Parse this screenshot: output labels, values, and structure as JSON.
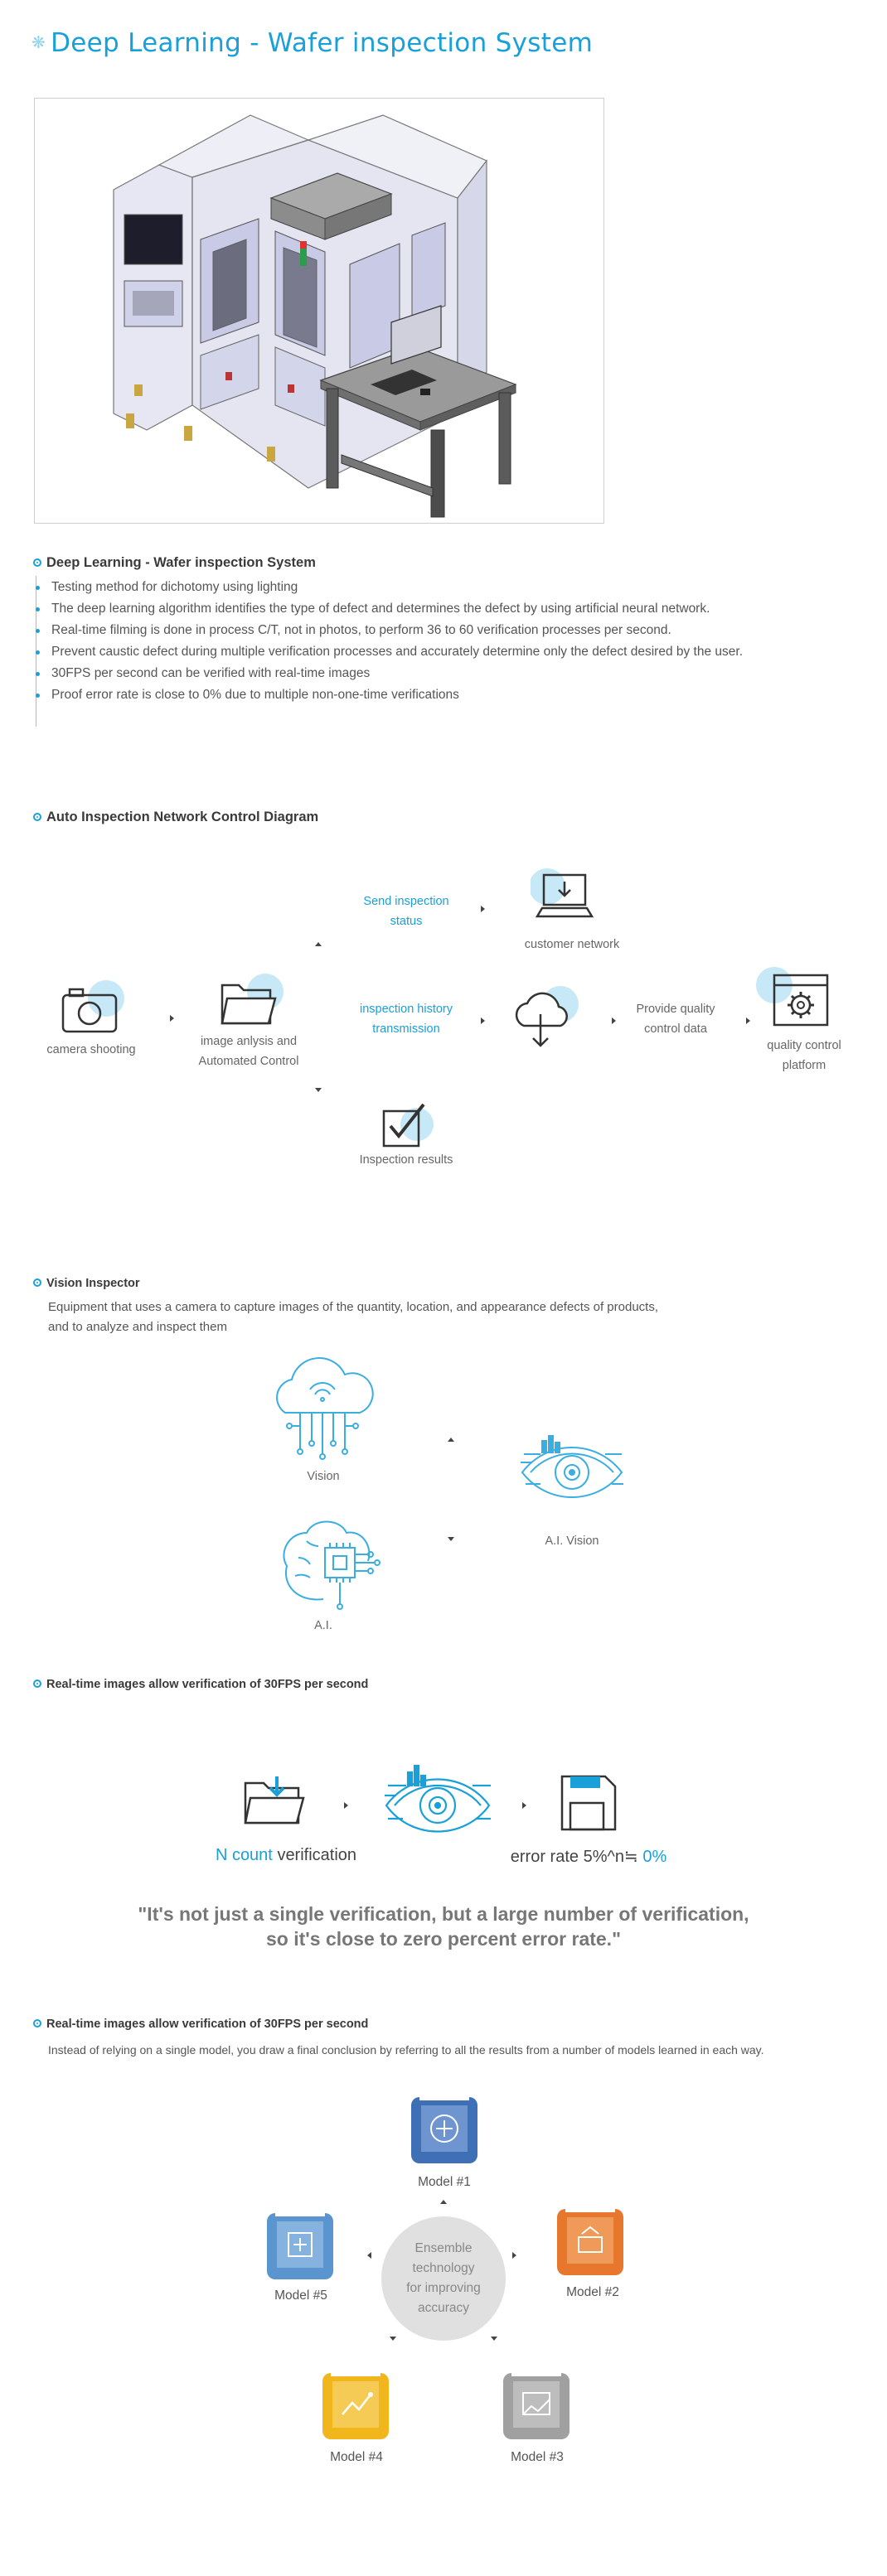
{
  "header": {
    "title": "Deep Learning - Wafer inspection System"
  },
  "section1": {
    "heading": "Deep Learning - Wafer inspection System",
    "bullets": [
      "Testing method for dichotomy using lighting",
      "The deep learning algorithm identifies the type of defect and determines the defect by using artificial neural network.",
      "Real-time filming is done in process C/T, not in photos, to perform 36 to 60 verification processes per second.",
      "Prevent caustic defect during multiple verification processes and accurately determine only the defect desired by the user.",
      "30FPS per second can be verified with real-time images",
      "Proof error rate is close to 0% due to multiple non-one-time verifications"
    ]
  },
  "section2": {
    "heading": "Auto Inspection Network Control Diagram",
    "camera": "camera shooting",
    "analysis_line1": "image anlysis and",
    "analysis_line2": "Automated Control",
    "send_line1": "Send inspection",
    "send_line2": "status",
    "history_line1": "inspection history",
    "history_line2": "transmission",
    "customer": "customer network",
    "results": "Inspection results",
    "provide_line1": "Provide quality",
    "provide_line2": "control data",
    "platform_line1": "quality control",
    "platform_line2": "platform"
  },
  "section3": {
    "heading": "Vision Inspector",
    "desc_line1": "Equipment that uses a camera to capture images of the quantity, location, and appearance defects of products,",
    "desc_line2": "and to analyze and inspect them",
    "vision": "Vision",
    "ai": "A.I.",
    "ai_vision": "A.I. Vision"
  },
  "section4": {
    "heading": "Real-time images allow verification of 30FPS per second",
    "n_count": "N count",
    "verification": "verification",
    "error_rate": "error rate 5%^n≒",
    "zero": "0%",
    "quote_line1": "\"It's not just a single verification, but a large number of verification,",
    "quote_line2": "so it's close to zero percent error rate.\""
  },
  "section5": {
    "heading": "Real-time images allow verification of 30FPS per second",
    "desc": "Instead of relying on a single model, you draw a final conclusion by referring to all the results from a number of models learned in each way.",
    "center_line1": "Ensemble",
    "center_line2": "technology",
    "center_line3": "for improving",
    "center_line4": "accuracy",
    "models": [
      "Model #1",
      "Model #2",
      "Model #3",
      "Model #4",
      "Model #5"
    ]
  },
  "colors": {
    "accent": "#1aa0d8",
    "model1": "#3f6fb5",
    "model2": "#e8772e",
    "model3": "#a0a0a0",
    "model4": "#f2b61d",
    "model5": "#5b95d0"
  }
}
